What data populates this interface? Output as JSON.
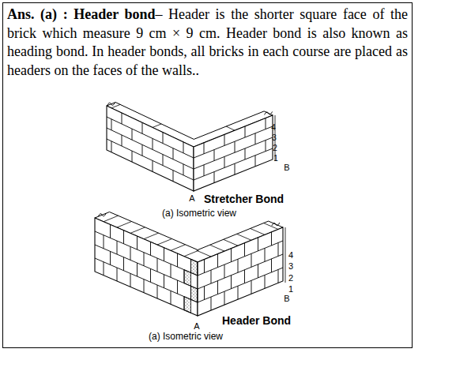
{
  "diagram": {
    "nodes": [
      {
        "text": [
          "Ans. (a) : Header bond",
          "– Header is the shorter square face of the brick which measure 9 cm × 9 cm. Header bond is also known as heading bond. In header bonds, all bricks in each course are placed as headers on the faces of the walls.."
        ]
      }
    ],
    "labels": [
      "4",
      "3",
      "2",
      "1",
      "B",
      "A",
      "Stretcher Bond",
      "(a) Isometric view",
      "4",
      "3",
      "2",
      "1",
      "B",
      "A",
      "Header Bond",
      "(a) Isometric view"
    ]
  }
}
